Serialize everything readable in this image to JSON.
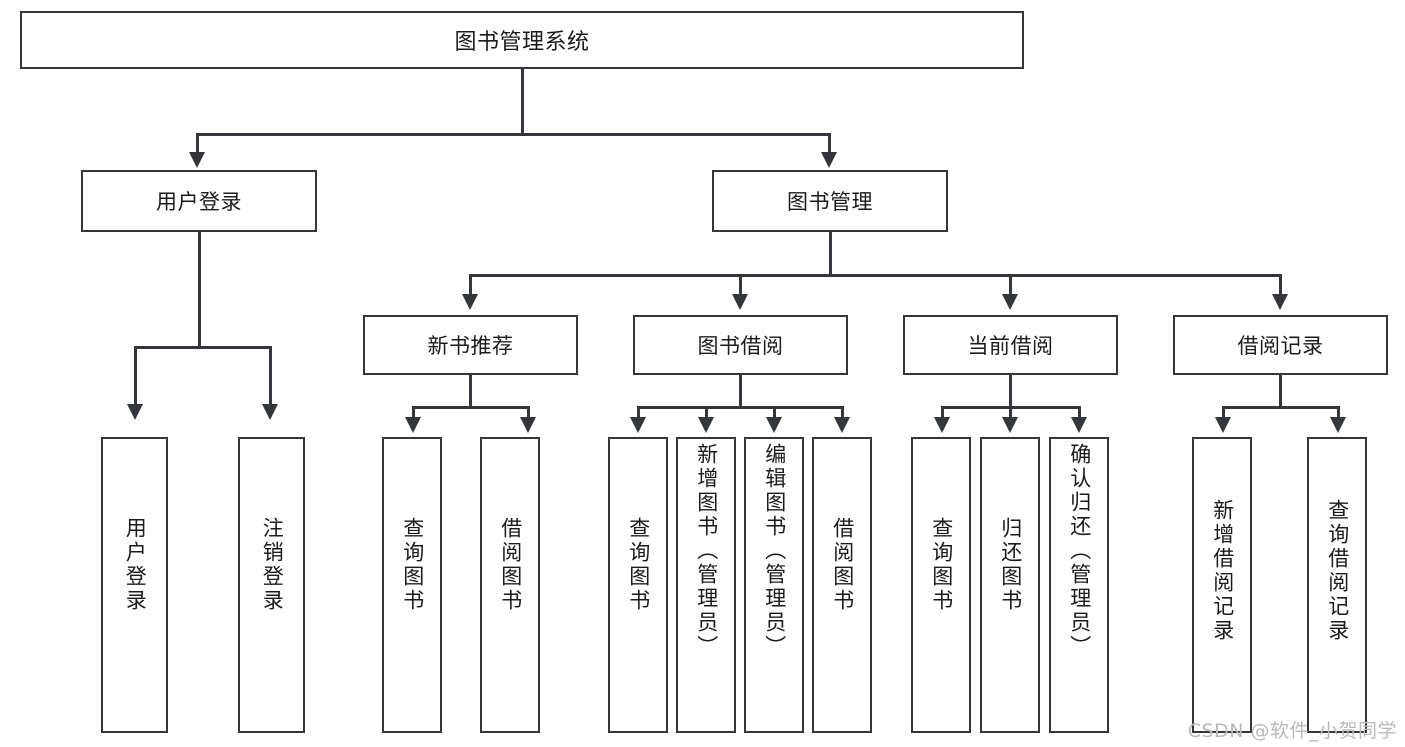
{
  "diagram": {
    "title": "图书管理系统",
    "type": "tree",
    "watermark": "CSDN @软件_小贺同学",
    "root": {
      "label": "图书管理系统"
    },
    "level2": [
      {
        "label": "用户登录"
      },
      {
        "label": "图书管理"
      }
    ],
    "level3": [
      {
        "label": "新书推荐"
      },
      {
        "label": "图书借阅"
      },
      {
        "label": "当前借阅"
      },
      {
        "label": "借阅记录"
      }
    ],
    "leaves": {
      "user_login": [
        {
          "label": "用户登录"
        },
        {
          "label": "注销登录"
        }
      ],
      "new_book": [
        {
          "label": "查询图书"
        },
        {
          "label": "借阅图书"
        }
      ],
      "book_borrow": [
        {
          "label": "查询图书"
        },
        {
          "label": "新增图书（管理员）"
        },
        {
          "label": "编辑图书（管理员）"
        },
        {
          "label": "借阅图书"
        }
      ],
      "current_borrow": [
        {
          "label": "查询图书"
        },
        {
          "label": "归还图书"
        },
        {
          "label": "确认归还（管理员）"
        }
      ],
      "borrow_record": [
        {
          "label": "新增借阅记录"
        },
        {
          "label": "查询借阅记录"
        }
      ]
    }
  },
  "colors": {
    "stroke": "#33363b",
    "fill": "#ffffff",
    "text": "#1b1b1b",
    "watermark": "#b9b9b9"
  }
}
